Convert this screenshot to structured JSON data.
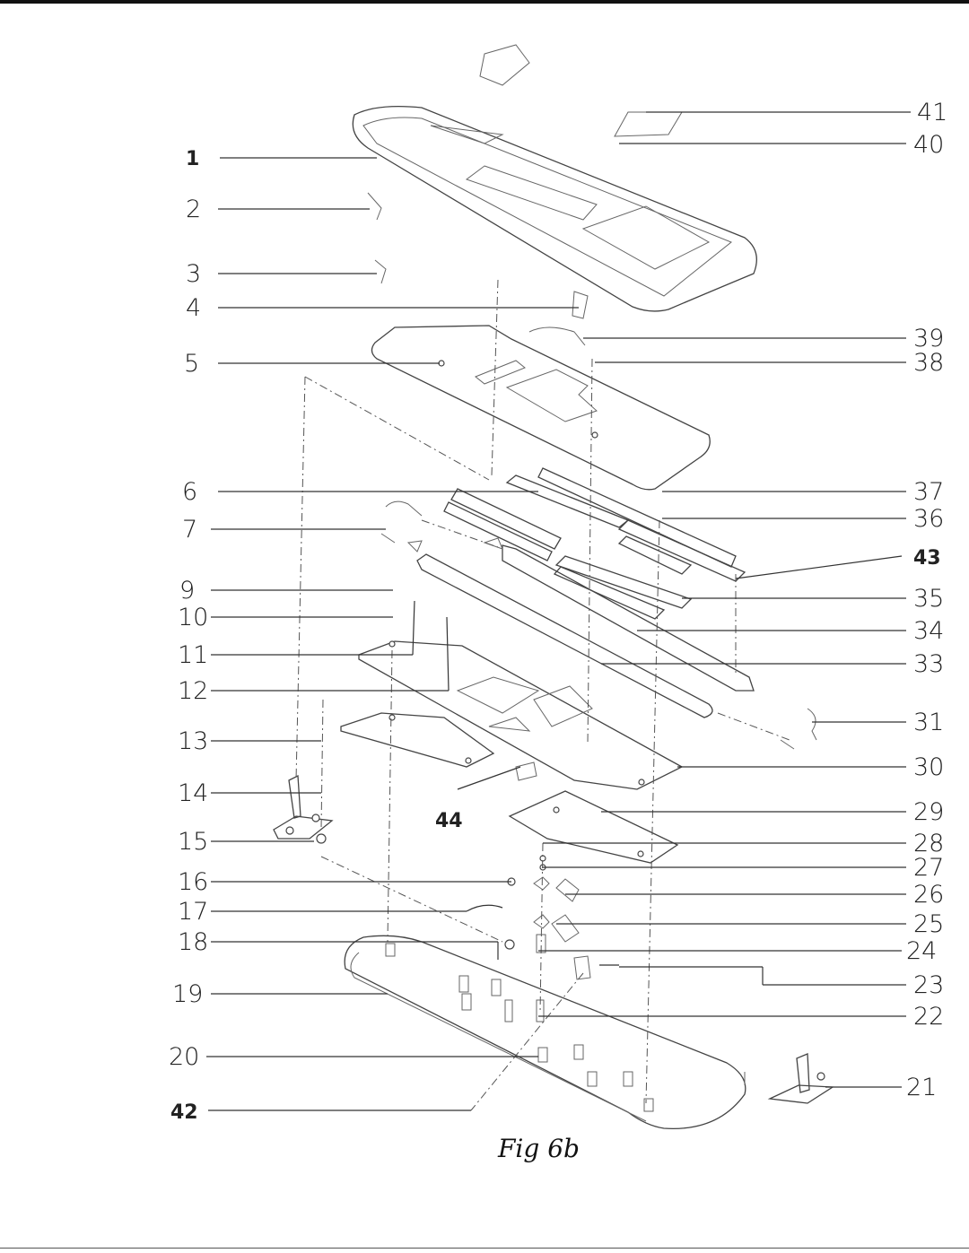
{
  "figure_caption": "Fig 6b",
  "labels_left": [
    "1",
    "2",
    "3",
    "4",
    "5",
    "6",
    "7",
    "9",
    "10",
    "11",
    "12",
    "13",
    "14",
    "15",
    "16",
    "17",
    "18",
    "19",
    "20",
    "42"
  ],
  "labels_right": [
    "41",
    "40",
    "39",
    "38",
    "37",
    "36",
    "43",
    "35",
    "34",
    "33",
    "31",
    "30",
    "29",
    "28",
    "27",
    "26",
    "25",
    "24",
    "23",
    "22",
    "21"
  ],
  "label_44": "44"
}
